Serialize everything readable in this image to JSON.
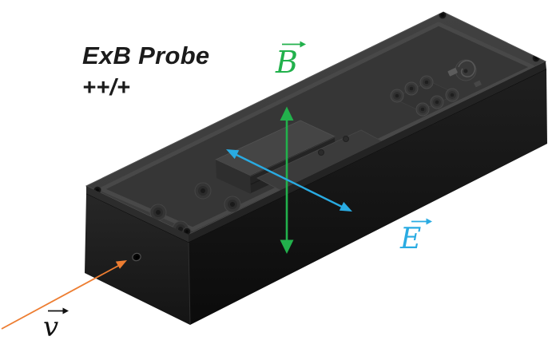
{
  "figure": {
    "title": {
      "line1": "ExB Probe",
      "line2": "++/+"
    },
    "vectors": {
      "b": {
        "label": "B",
        "color": "#22b14c"
      },
      "e": {
        "label": "E",
        "color": "#29abe2"
      },
      "v": {
        "label": "v",
        "color": "#ed7d31",
        "label_color": "#111111"
      }
    },
    "box": {
      "top_color": "#3e3e3e",
      "left_face_color": "#1d1d1d",
      "front_face_color": "#131313",
      "background": "#ffffff"
    }
  }
}
